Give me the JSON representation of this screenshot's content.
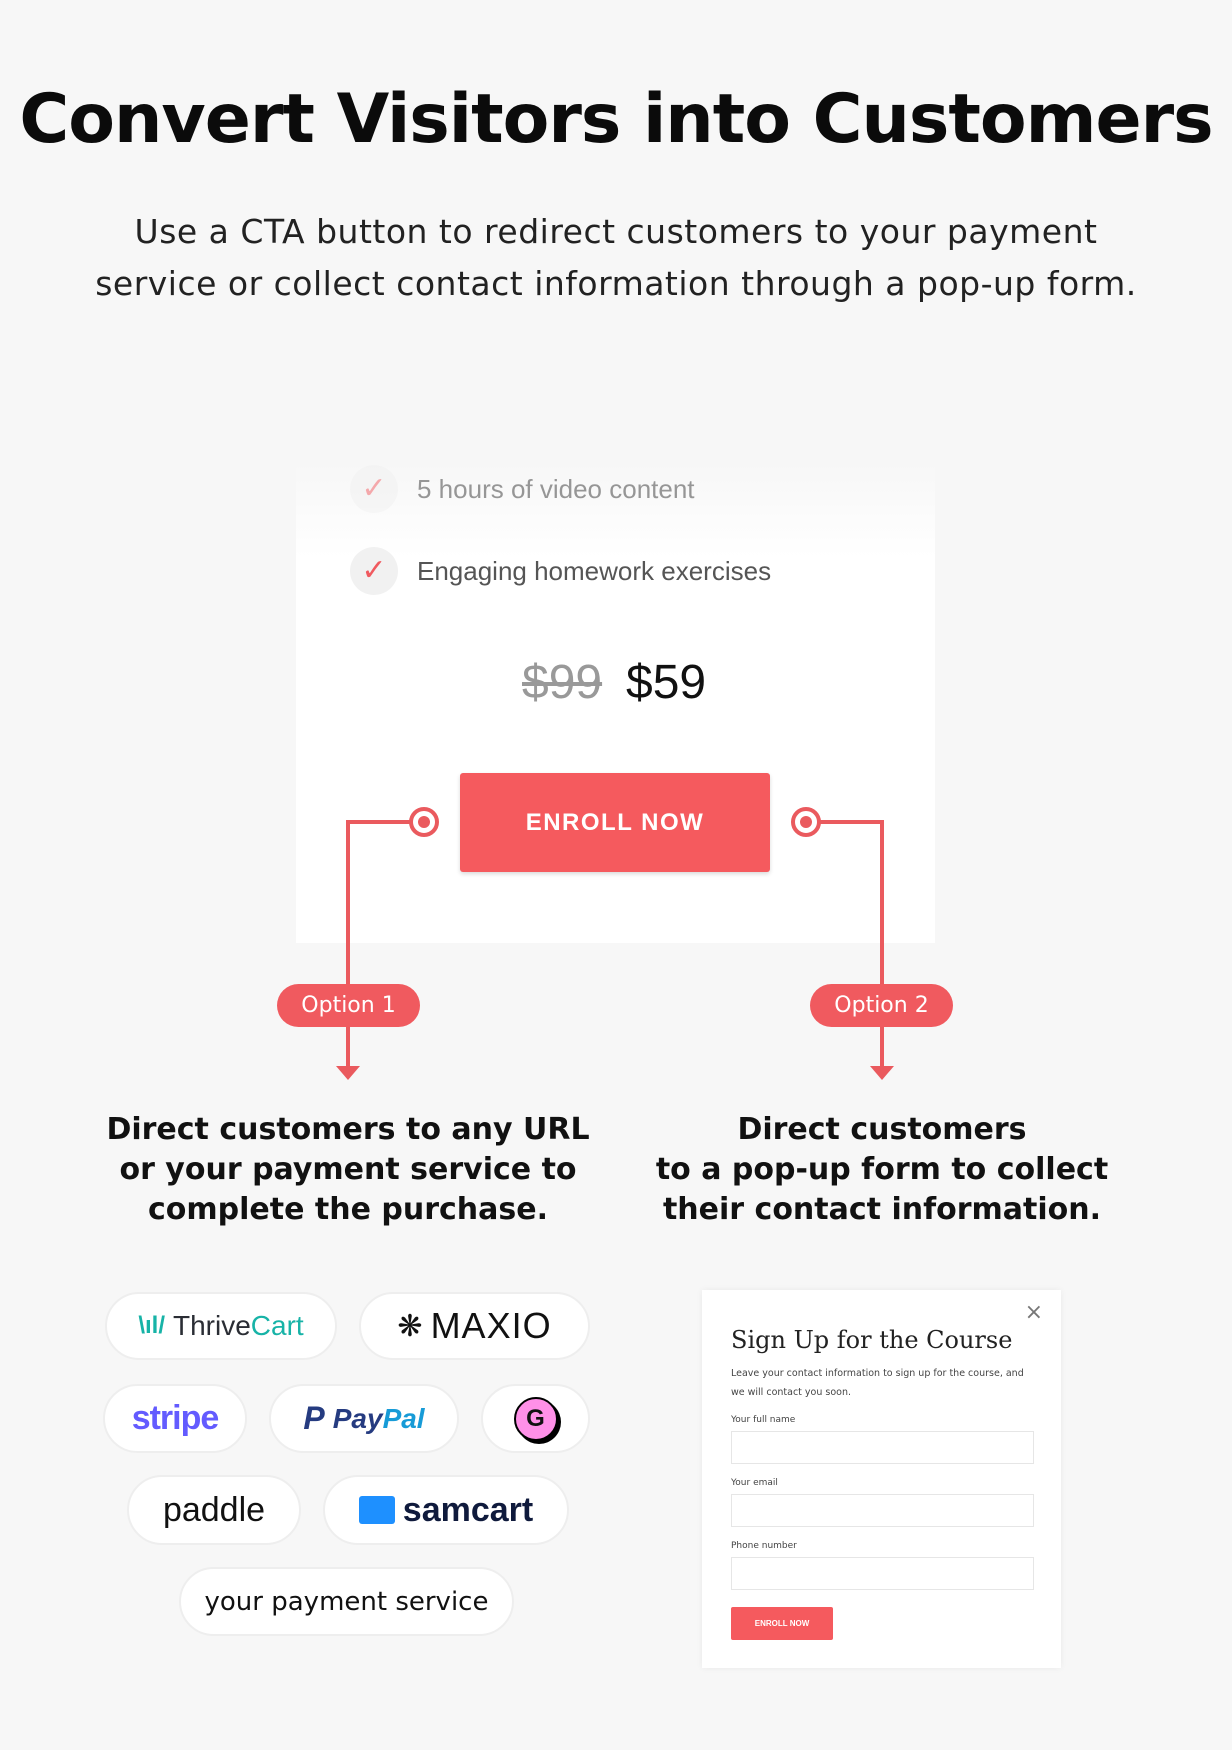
{
  "header": {
    "title": "Convert Visitors into Customers",
    "subtitle_line1": "Use a CTA button to redirect customers to your payment",
    "subtitle_line2": "service or collect contact information through a pop-up form."
  },
  "card": {
    "features": [
      "5 hours of video content",
      "Engaging homework exercises"
    ],
    "old_price": "$99",
    "new_price": "$59",
    "button": "ENROLL NOW"
  },
  "options": [
    {
      "label": "Option 1",
      "desc": [
        "Direct customers to any URL",
        "or your payment service to",
        "complete the purchase."
      ]
    },
    {
      "label": "Option 2",
      "desc": [
        "Direct customers",
        "to a pop-up form to collect",
        "their contact information."
      ]
    }
  ],
  "providers": {
    "thrivecart_a": "Thrive",
    "thrivecart_b": "Cart",
    "maxio": "MAXIO",
    "stripe": "stripe",
    "paypal_a": "Pay",
    "paypal_b": "Pal",
    "gumroad": "G",
    "paddle": "paddle",
    "samcart": "samcart",
    "custom": "your payment service"
  },
  "popup": {
    "title": "Sign Up for the Course",
    "text": "Leave your contact information to sign up for the course, and we will contact you soon.",
    "fields": [
      "Your full name",
      "Your email",
      "Phone number"
    ],
    "button": "ENROLL NOW",
    "close": "×"
  },
  "colors": {
    "accent": "#f05a5f",
    "background": "#f7f7f7"
  }
}
